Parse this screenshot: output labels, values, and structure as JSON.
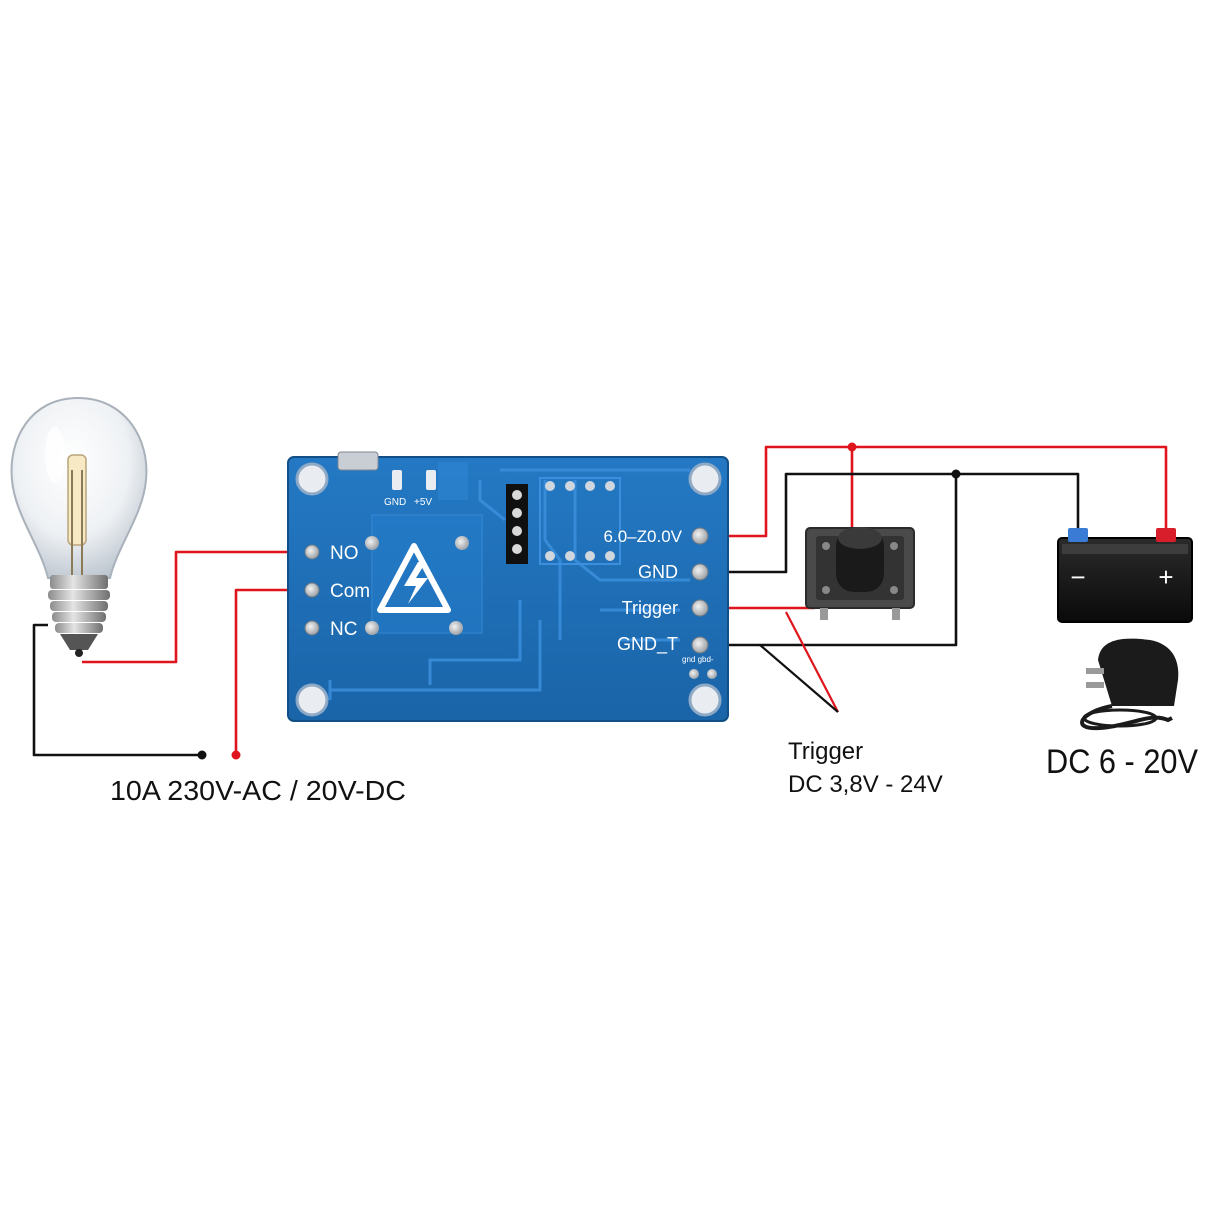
{
  "board": {
    "labels": {
      "no": "NO",
      "com": "Com",
      "nc": "NC",
      "vin": "6.0–Z0.0V",
      "gnd": "GND",
      "trigger": "Trigger",
      "gnd_t": "GND_T",
      "top_gnd": "GND",
      "top_5v": "+5V",
      "bottom_small": "gnd gbd-"
    }
  },
  "captions": {
    "load": "10A 230V-AC / 20V-DC",
    "trigger_line1": "Trigger",
    "trigger_line2": "DC 3,8V - 24V",
    "supply": "DC 6 - 20V"
  },
  "battery": {
    "minus": "−",
    "plus": "+"
  },
  "colors": {
    "board": "#1e6fb8",
    "board_dark": "#165a99",
    "wire_red": "#e0141c",
    "wire_black": "#111111"
  }
}
